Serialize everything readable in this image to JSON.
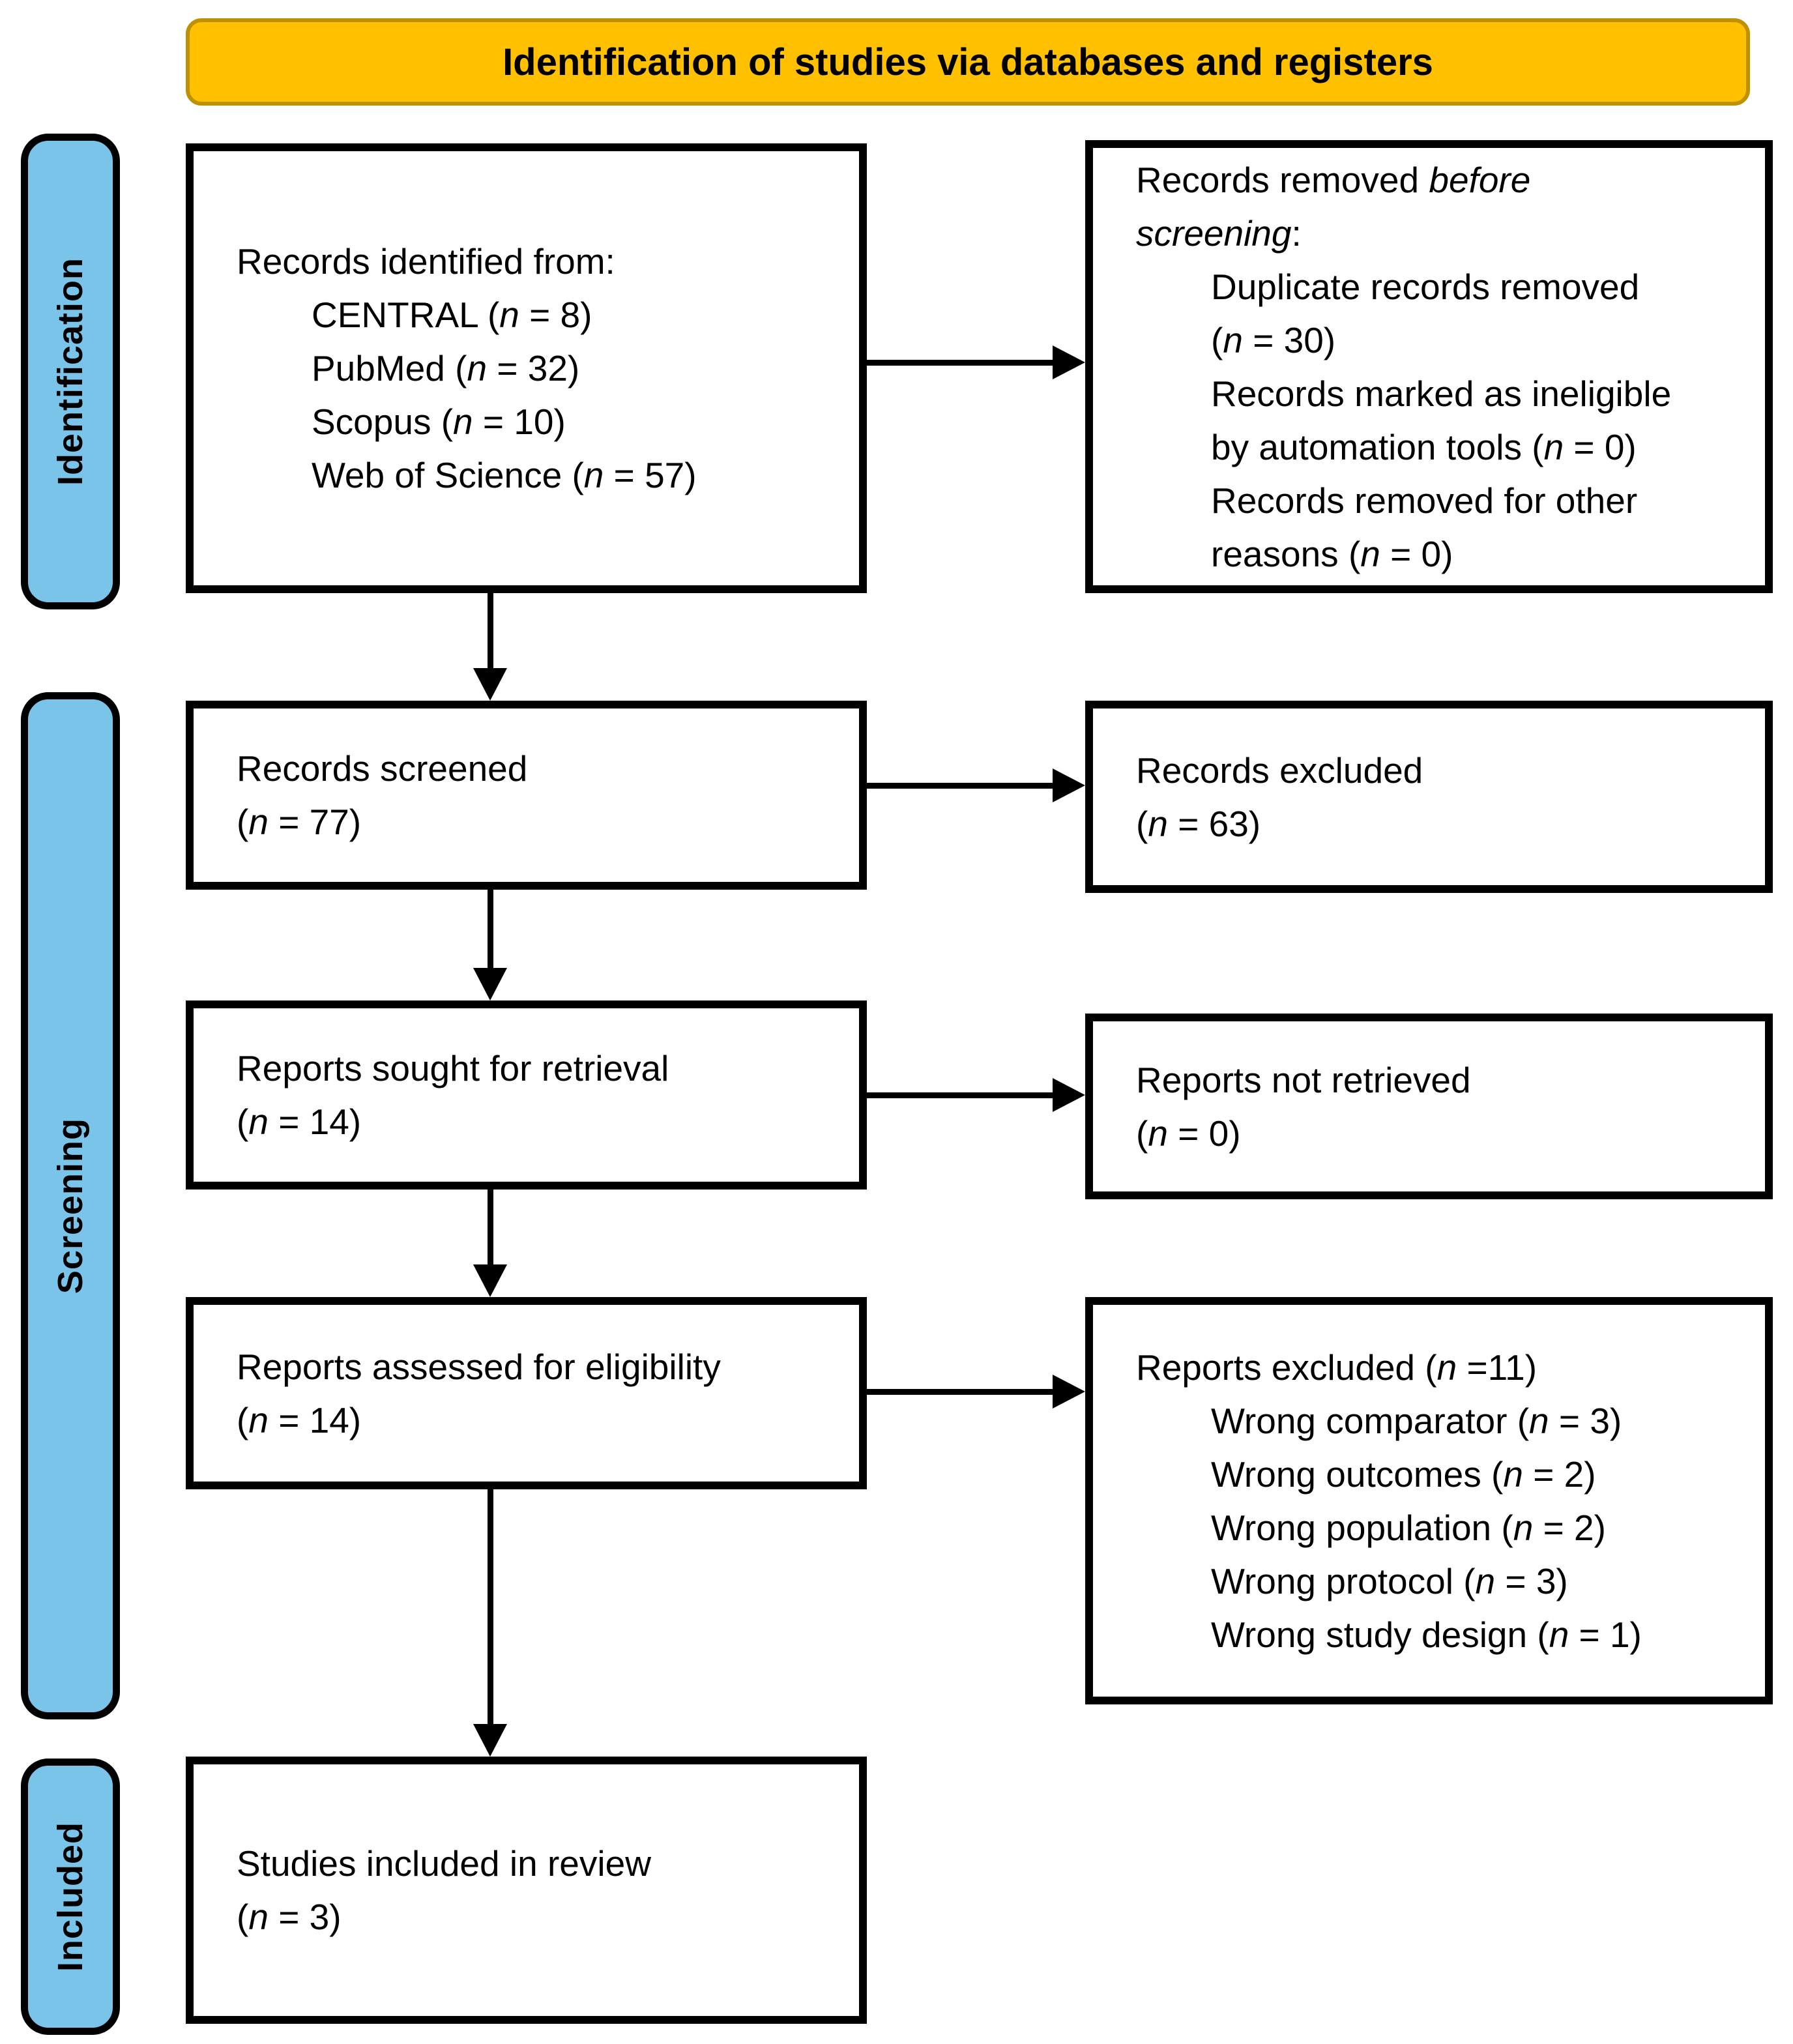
{
  "banner": {
    "title": "Identification of studies via databases and registers"
  },
  "colors": {
    "banner_fill": "#FFC000",
    "banner_border": "#BF9000",
    "stage_fill": "#7AC4EA",
    "box_border": "#000000",
    "text": "#000000"
  },
  "stages": {
    "identification": {
      "label": "Identification"
    },
    "screening": {
      "label": "Screening"
    },
    "included": {
      "label": "Included"
    }
  },
  "boxes": {
    "records_identified": {
      "lines": [
        {
          "indent": 0,
          "segments": [
            {
              "t": "Records identified from:"
            }
          ]
        },
        {
          "indent": 1,
          "segments": [
            {
              "t": "CENTRAL ("
            },
            {
              "t": "n",
              "i": true
            },
            {
              "t": " = 8)"
            }
          ]
        },
        {
          "indent": 1,
          "segments": [
            {
              "t": "PubMed ("
            },
            {
              "t": "n",
              "i": true
            },
            {
              "t": " = 32)"
            }
          ]
        },
        {
          "indent": 1,
          "segments": [
            {
              "t": "Scopus ("
            },
            {
              "t": "n",
              "i": true
            },
            {
              "t": " = 10)"
            }
          ]
        },
        {
          "indent": 1,
          "segments": [
            {
              "t": "Web of Science ("
            },
            {
              "t": "n",
              "i": true
            },
            {
              "t": " = 57)"
            }
          ]
        }
      ]
    },
    "records_removed": {
      "lines": [
        {
          "indent": 0,
          "segments": [
            {
              "t": "Records removed "
            },
            {
              "t": "before",
              "i": true
            }
          ]
        },
        {
          "indent": 0,
          "segments": [
            {
              "t": "screening",
              "i": true
            },
            {
              "t": ":"
            }
          ]
        },
        {
          "indent": 1,
          "segments": [
            {
              "t": "Duplicate records removed"
            }
          ]
        },
        {
          "indent": 1,
          "segments": [
            {
              "t": "("
            },
            {
              "t": "n",
              "i": true
            },
            {
              "t": " = 30)"
            }
          ]
        },
        {
          "indent": 1,
          "segments": [
            {
              "t": "Records marked as ineligible"
            }
          ]
        },
        {
          "indent": 1,
          "segments": [
            {
              "t": "by automation tools ("
            },
            {
              "t": "n",
              "i": true
            },
            {
              "t": " = 0)"
            }
          ]
        },
        {
          "indent": 1,
          "segments": [
            {
              "t": "Records removed for other"
            }
          ]
        },
        {
          "indent": 1,
          "segments": [
            {
              "t": "reasons ("
            },
            {
              "t": "n",
              "i": true
            },
            {
              "t": " = 0)"
            }
          ]
        }
      ]
    },
    "records_screened": {
      "lines": [
        {
          "indent": 0,
          "segments": [
            {
              "t": "Records screened"
            }
          ]
        },
        {
          "indent": 0,
          "segments": [
            {
              "t": "("
            },
            {
              "t": "n",
              "i": true
            },
            {
              "t": " = 77)"
            }
          ]
        }
      ]
    },
    "records_excluded": {
      "lines": [
        {
          "indent": 0,
          "segments": [
            {
              "t": "Records excluded"
            }
          ]
        },
        {
          "indent": 0,
          "segments": [
            {
              "t": "("
            },
            {
              "t": "n",
              "i": true
            },
            {
              "t": " = 63)"
            }
          ]
        }
      ]
    },
    "reports_sought": {
      "lines": [
        {
          "indent": 0,
          "segments": [
            {
              "t": "Reports sought for retrieval"
            }
          ]
        },
        {
          "indent": 0,
          "segments": [
            {
              "t": "("
            },
            {
              "t": "n",
              "i": true
            },
            {
              "t": " = 14)"
            }
          ]
        }
      ]
    },
    "reports_not_retrieved": {
      "lines": [
        {
          "indent": 0,
          "segments": [
            {
              "t": "Reports not retrieved"
            }
          ]
        },
        {
          "indent": 0,
          "segments": [
            {
              "t": "("
            },
            {
              "t": "n",
              "i": true
            },
            {
              "t": " = 0)"
            }
          ]
        }
      ]
    },
    "reports_assessed": {
      "lines": [
        {
          "indent": 0,
          "segments": [
            {
              "t": "Reports assessed for eligibility"
            }
          ]
        },
        {
          "indent": 0,
          "segments": [
            {
              "t": "("
            },
            {
              "t": "n",
              "i": true
            },
            {
              "t": " = 14)"
            }
          ]
        }
      ]
    },
    "reports_excluded": {
      "lines": [
        {
          "indent": 0,
          "segments": [
            {
              "t": "Reports excluded ("
            },
            {
              "t": "n",
              "i": true
            },
            {
              "t": " =11)"
            }
          ]
        },
        {
          "indent": 1,
          "segments": [
            {
              "t": "Wrong comparator ("
            },
            {
              "t": "n",
              "i": true
            },
            {
              "t": " = 3)"
            }
          ]
        },
        {
          "indent": 1,
          "segments": [
            {
              "t": "Wrong outcomes ("
            },
            {
              "t": "n",
              "i": true
            },
            {
              "t": " = 2)"
            }
          ]
        },
        {
          "indent": 1,
          "segments": [
            {
              "t": "Wrong population ("
            },
            {
              "t": "n",
              "i": true
            },
            {
              "t": " = 2)"
            }
          ]
        },
        {
          "indent": 1,
          "segments": [
            {
              "t": "Wrong protocol ("
            },
            {
              "t": "n",
              "i": true
            },
            {
              "t": " = 3)"
            }
          ]
        },
        {
          "indent": 1,
          "segments": [
            {
              "t": "Wrong study design ("
            },
            {
              "t": "n",
              "i": true
            },
            {
              "t": " = 1)"
            }
          ]
        }
      ]
    },
    "studies_included": {
      "lines": [
        {
          "indent": 0,
          "segments": [
            {
              "t": "Studies included in review"
            }
          ]
        },
        {
          "indent": 0,
          "segments": [
            {
              "t": "("
            },
            {
              "t": "n",
              "i": true
            },
            {
              "t": " = 3)"
            }
          ]
        }
      ]
    }
  }
}
